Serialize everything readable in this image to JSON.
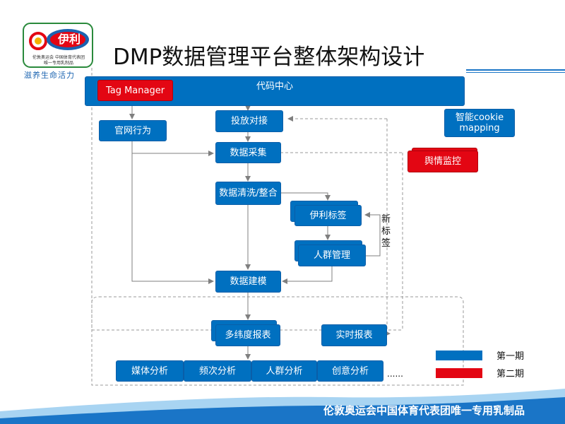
{
  "title": "DMP数据管理平台整体架构设计",
  "logo": {
    "brand": "伊利",
    "caption_line1": "伦敦奥运会 中国体育代表团",
    "caption_line2": "唯一专用乳制品"
  },
  "slogan": "滋养生命活力",
  "footer": "伦敦奥运会中国体育代表团唯一专用乳制品",
  "diagram": {
    "top_bar_label": "代码中心",
    "tag_manager": "Tag Manager",
    "official_site": "官网行为",
    "ad_delivery": "投放对接",
    "smart_cookie": "智能cookie mapping",
    "sentiment": "舆情监控",
    "data_collection": "数据采集",
    "data_cleaning": "数据清洗/整合",
    "yili_tags": "伊利标签",
    "crowd_management": "人群管理",
    "new_tags": "新标签",
    "data_modeling": "数据建模",
    "multi_report": "多纬度报表",
    "realtime_report": "实时报表",
    "media_analysis": "媒体分析",
    "frequency_analysis": "频次分析",
    "crowd_analysis": "人群分析",
    "creative_analysis": "创意分析",
    "ellipsis": "......"
  },
  "legend": [
    {
      "label": "第一期",
      "color": "#0070c0"
    },
    {
      "label": "第二期",
      "color": "#e30613"
    }
  ],
  "colors": {
    "phase1": "#0070c0",
    "phase2": "#e30613",
    "footer_band": "#1a75c7"
  }
}
